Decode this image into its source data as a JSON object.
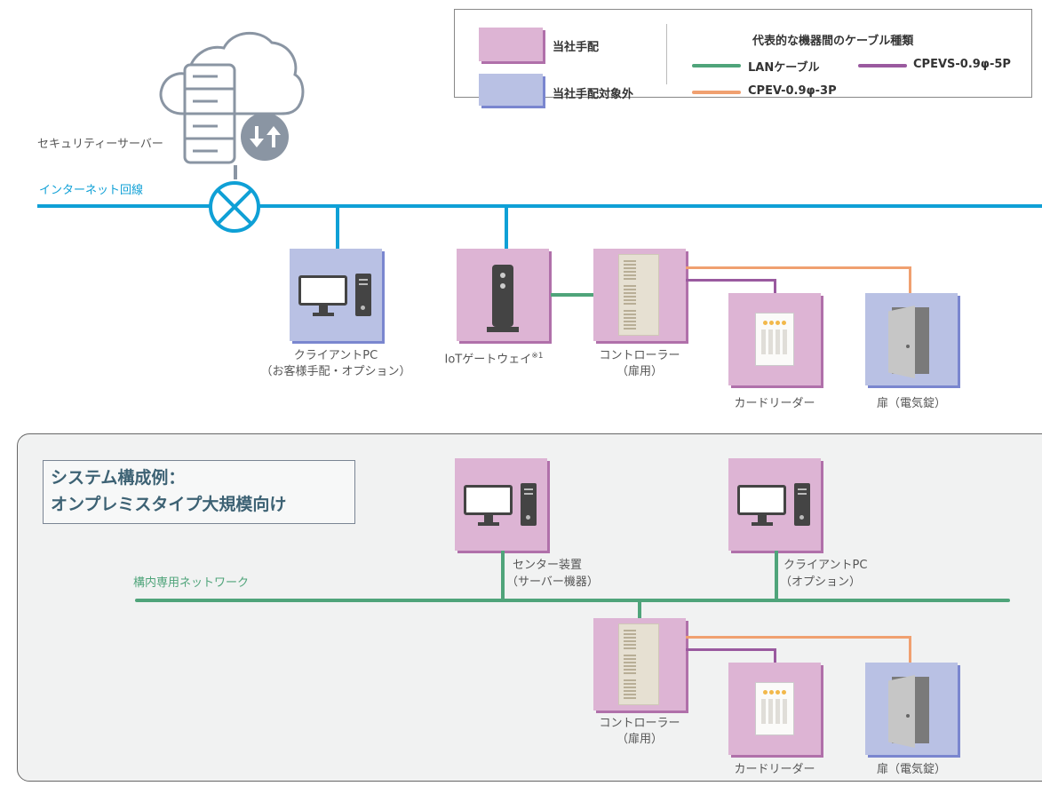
{
  "legend": {
    "our_supply": "当社手配",
    "not_our_supply": "当社手配対象外",
    "cable_title": "代表的な機器間のケーブル種類",
    "cable_lan": "LANケーブル",
    "cable_cpevs": "CPEVS-0.9φ-5P",
    "cable_cpev": "CPEV-0.9φ-3P"
  },
  "colors": {
    "internet": "#0fa0d6",
    "lan": "#4fa47a",
    "cpev": "#f0a070",
    "cpevs": "#9a5a9f",
    "our_supply": "#ddb4d4",
    "not_our_supply": "#b9c1e4"
  },
  "top": {
    "security_server": "セキュリティーサーバー",
    "internet_line": "インターネット回線",
    "client_pc_line1": "クライアントPC",
    "client_pc_line2": "（お客様手配・オプション）",
    "iot_gateway": "IoTゲートウェイ",
    "iot_note": "※1",
    "controller_line1": "コントローラー",
    "controller_line2": "（扉用）",
    "card_reader": "カードリーダー",
    "door": "扉（電気錠）"
  },
  "bottom": {
    "title_line1": "システム構成例：",
    "title_line2": "オンプレミスタイプ大規模向け",
    "network": "構内専用ネットワーク",
    "center_line1": "センター装置",
    "center_line2": "（サーバー機器）",
    "client_line1": "クライアントPC",
    "client_line2": "（オプション）",
    "controller_line1": "コントローラー",
    "controller_line2": "（扉用）",
    "card_reader": "カードリーダー",
    "door": "扉（電気錠）"
  },
  "icons": {
    "cloud": "cloud-icon",
    "server": "server-icon",
    "sync": "upload-download-icon",
    "router": "router-cross-icon",
    "pc": "desktop-pc-icon",
    "gateway": "gateway-icon",
    "controller": "controller-icon",
    "reader": "card-reader-icon",
    "door": "door-icon"
  }
}
